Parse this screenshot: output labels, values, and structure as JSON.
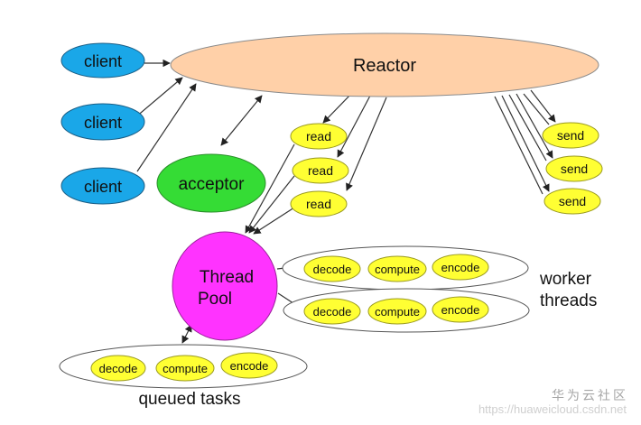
{
  "reactor": "Reactor",
  "clients": [
    "client",
    "client",
    "client"
  ],
  "acceptor": "acceptor",
  "reads": [
    "read",
    "read",
    "read"
  ],
  "sends": [
    "send",
    "send",
    "send"
  ],
  "thread_pool": [
    "Thread",
    "Pool"
  ],
  "worker_rows": [
    [
      "decode",
      "compute",
      "encode"
    ],
    [
      "decode",
      "compute",
      "encode"
    ]
  ],
  "worker_label": [
    "worker",
    "threads"
  ],
  "queue_tasks": [
    "decode",
    "compute",
    "encode"
  ],
  "queue_label": "queued tasks",
  "watermark": {
    "brand": "华为云社区",
    "url": "https://huaweicloud.csdn.net"
  },
  "colors": {
    "reactor": "#ffd0a8",
    "client": "#1aa7e8",
    "acceptor": "#35dc35",
    "task": "#ffff33",
    "thread_pool": "#ff33ff"
  }
}
